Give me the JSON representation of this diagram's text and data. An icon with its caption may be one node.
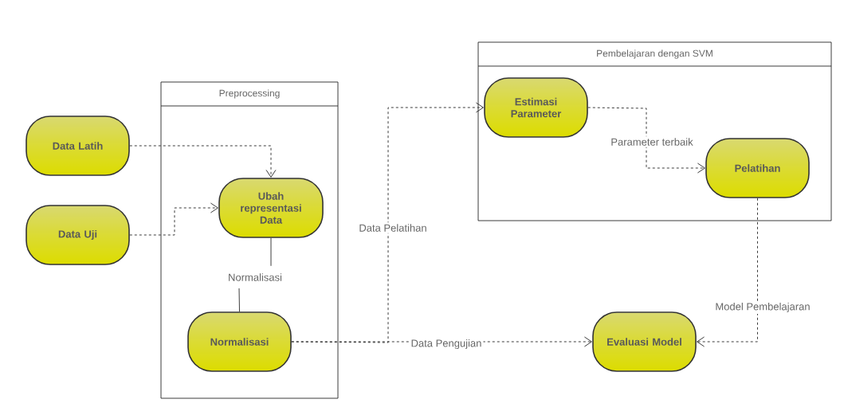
{
  "diagram": {
    "nodes": [
      {
        "text": [
          "Preprocessing"
        ]
      },
      {
        "text": [
          "Data Latih"
        ]
      },
      {
        "text": [
          "Data Uji"
        ]
      },
      {
        "text": [
          "Ubah representasi Data"
        ],
        "in": 0
      },
      {
        "text": [
          "Normalisasi"
        ],
        "in": 0
      },
      {
        "text": [
          "Pembelajaran dengan SVM"
        ]
      },
      {
        "text": [
          "Estimasi Parameter"
        ],
        "in": 5
      },
      {
        "text": [
          "Pelatihan"
        ],
        "in": 5
      },
      {
        "text": [
          "Evaluasi Model"
        ]
      }
    ],
    "edges": [
      {
        "from": 1,
        "to": 3,
        "arrow": "to",
        "style": "dashed"
      },
      {
        "from": 2,
        "to": 3,
        "arrow": "to",
        "style": "dashed"
      },
      {
        "from": 3,
        "to": 4,
        "arrow": "none",
        "label": "Normalisasi"
      },
      {
        "from": 4,
        "to": 6,
        "arrow": "to",
        "style": "dashed",
        "label": "Data Pelatihan"
      },
      {
        "from": 4,
        "to": 8,
        "arrow": "to",
        "style": "dashed",
        "label": "Data Pengujian"
      },
      {
        "from": 6,
        "to": 7,
        "arrow": "to",
        "style": "dashed",
        "label": "Parameter terbaik"
      },
      {
        "from": 7,
        "to": 8,
        "arrow": "to",
        "style": "dashed",
        "label": "Model Pembelajaran"
      }
    ]
  }
}
